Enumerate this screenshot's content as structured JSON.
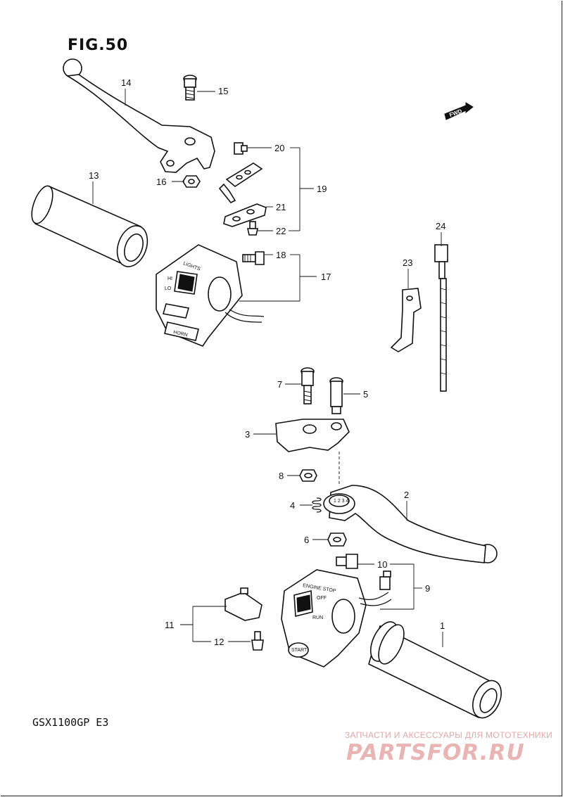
{
  "figure": {
    "title": "FIG.50",
    "model": "GSX1100GP E3"
  },
  "watermark": {
    "subtitle": "ЗАПЧАСТИ И АКСЕССУАРЫ ДЛЯ МОТОТЕХНИКИ",
    "brand": "PARTSFOR.RU"
  },
  "fwd_label": "FWD",
  "switch_labels": {
    "lights": "LIGHTS",
    "hi": "HI",
    "lo": "LO",
    "horn": "HORN",
    "engine_stop": "ENGINE STOP",
    "off": "OFF",
    "run": "RUN",
    "start": "START"
  },
  "callouts": [
    {
      "id": "14",
      "label": "14"
    },
    {
      "id": "15",
      "label": "15"
    },
    {
      "id": "16",
      "label": "16"
    },
    {
      "id": "13",
      "label": "13"
    },
    {
      "id": "20",
      "label": "20"
    },
    {
      "id": "19",
      "label": "19"
    },
    {
      "id": "21",
      "label": "21"
    },
    {
      "id": "22",
      "label": "22"
    },
    {
      "id": "18",
      "label": "18"
    },
    {
      "id": "17",
      "label": "17"
    },
    {
      "id": "24",
      "label": "24"
    },
    {
      "id": "23",
      "label": "23"
    },
    {
      "id": "7",
      "label": "7"
    },
    {
      "id": "5",
      "label": "5"
    },
    {
      "id": "3",
      "label": "3"
    },
    {
      "id": "8",
      "label": "8"
    },
    {
      "id": "4",
      "label": "4"
    },
    {
      "id": "2",
      "label": "2"
    },
    {
      "id": "6",
      "label": "6"
    },
    {
      "id": "10",
      "label": "10"
    },
    {
      "id": "9",
      "label": "9"
    },
    {
      "id": "11",
      "label": "11"
    },
    {
      "id": "12",
      "label": "12"
    },
    {
      "id": "1",
      "label": "1"
    }
  ]
}
